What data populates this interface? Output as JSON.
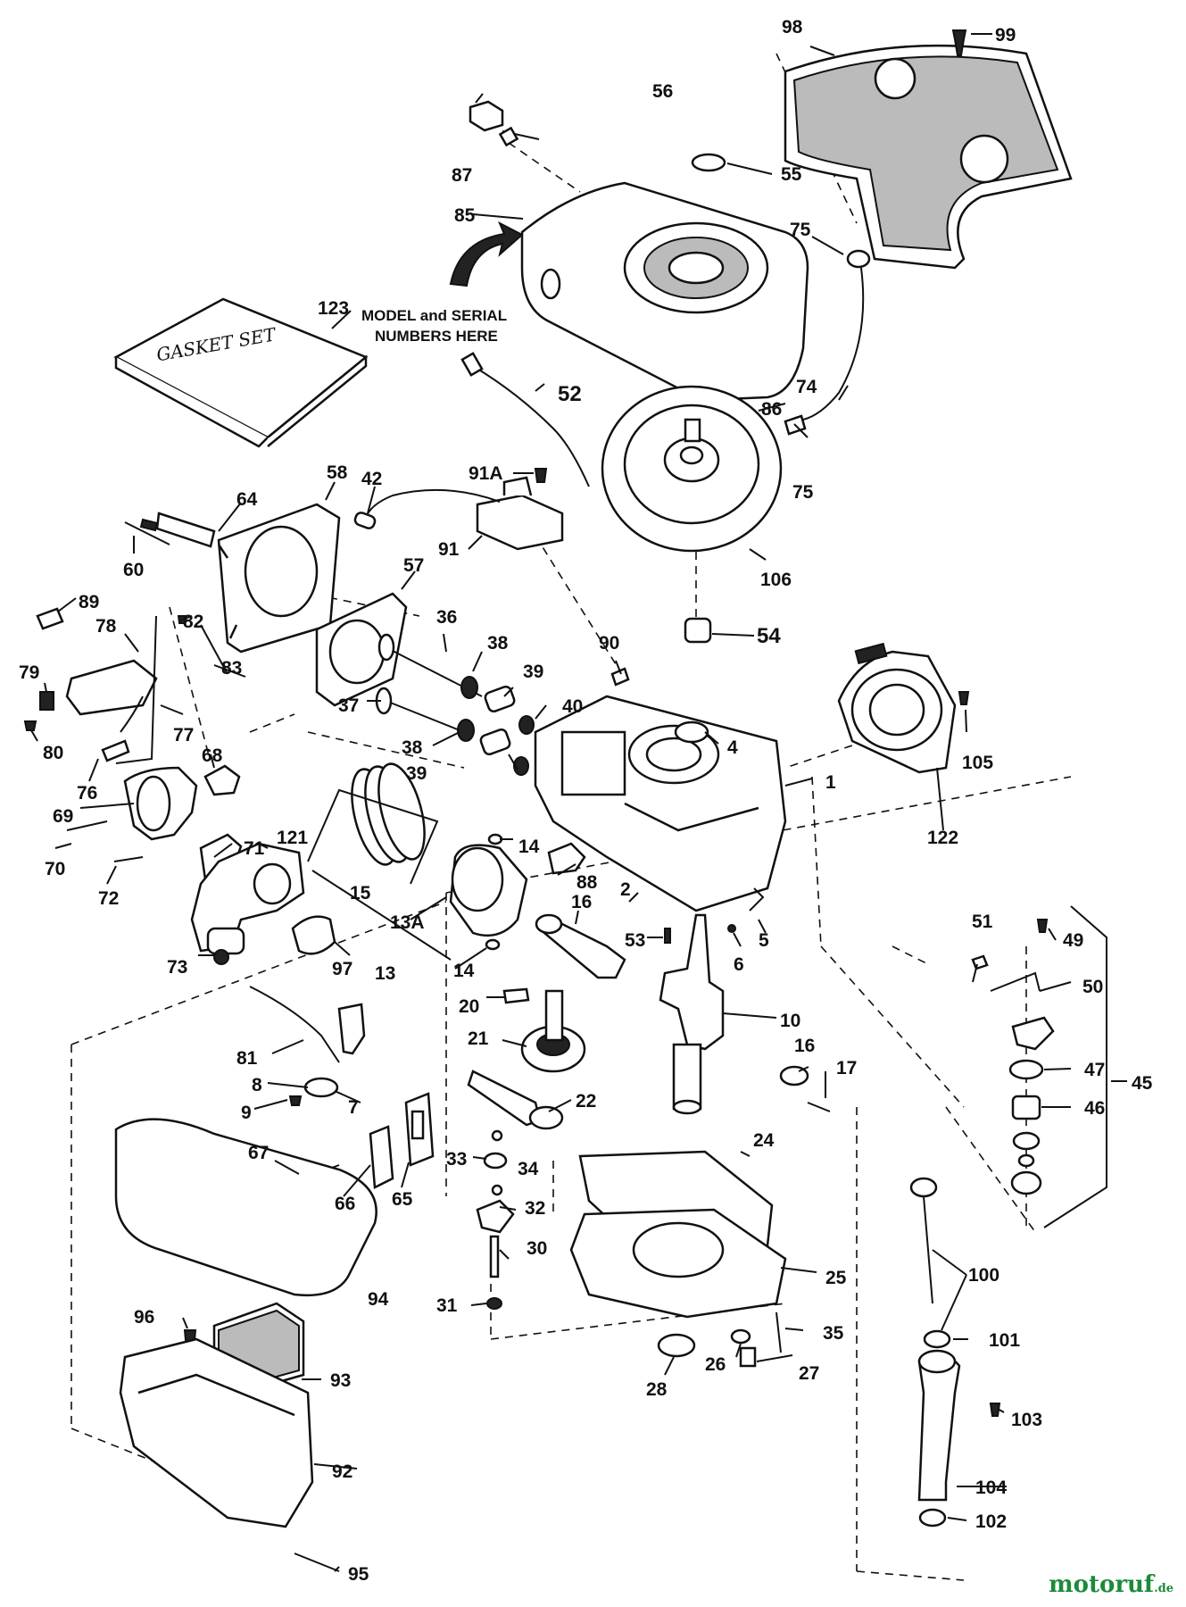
{
  "note": {
    "line1": "MODEL and SERIAL",
    "line2": "NUMBERS HERE"
  },
  "gasket_set_text": "GASKET SET",
  "watermark": {
    "name": "motoruf",
    "tld": ".de"
  },
  "labels": {
    "p1": "1",
    "p2": "2",
    "p4": "4",
    "p5": "5",
    "p6": "6",
    "p7": "7",
    "p8": "8",
    "p9": "9",
    "p10": "10",
    "p13": "13",
    "p13A": "13A",
    "p14a": "14",
    "p14b": "14",
    "p15": "15",
    "p16a": "16",
    "p16b": "16",
    "p17": "17",
    "p20": "20",
    "p21": "21",
    "p22": "22",
    "p24": "24",
    "p25": "25",
    "p26": "26",
    "p27": "27",
    "p28": "28",
    "p30": "30",
    "p31": "31",
    "p32": "32",
    "p33": "33",
    "p34": "34",
    "p35": "35",
    "p36": "36",
    "p37": "37",
    "p38a": "38",
    "p38b": "38",
    "p39a": "39",
    "p39b": "39",
    "p40": "40",
    "p42": "42",
    "p45": "45",
    "p46": "46",
    "p47": "47",
    "p49": "49",
    "p50": "50",
    "p51": "51",
    "p52": "52",
    "p53": "53",
    "p54": "54",
    "p55": "55",
    "p56": "56",
    "p57": "57",
    "p58": "58",
    "p60": "60",
    "p64": "64",
    "p65": "65",
    "p66": "66",
    "p67": "67",
    "p68": "68",
    "p69": "69",
    "p70": "70",
    "p71": "71",
    "p72": "72",
    "p73": "73",
    "p74": "74",
    "p75a": "75",
    "p75b": "75",
    "p76": "76",
    "p77": "77",
    "p78": "78",
    "p79": "79",
    "p80": "80",
    "p81": "81",
    "p82": "82",
    "p83": "83",
    "p85": "85",
    "p86": "86",
    "p87": "87",
    "p88": "88",
    "p89": "89",
    "p90": "90",
    "p91": "91",
    "p91A": "91A",
    "p92": "92",
    "p93": "93",
    "p94": "94",
    "p95": "95",
    "p96": "96",
    "p97": "97",
    "p98": "98",
    "p99": "99",
    "p100": "100",
    "p101": "101",
    "p102": "102",
    "p103": "103",
    "p104": "104",
    "p105": "105",
    "p106": "106",
    "p121": "121",
    "p122": "122",
    "p123": "123"
  }
}
